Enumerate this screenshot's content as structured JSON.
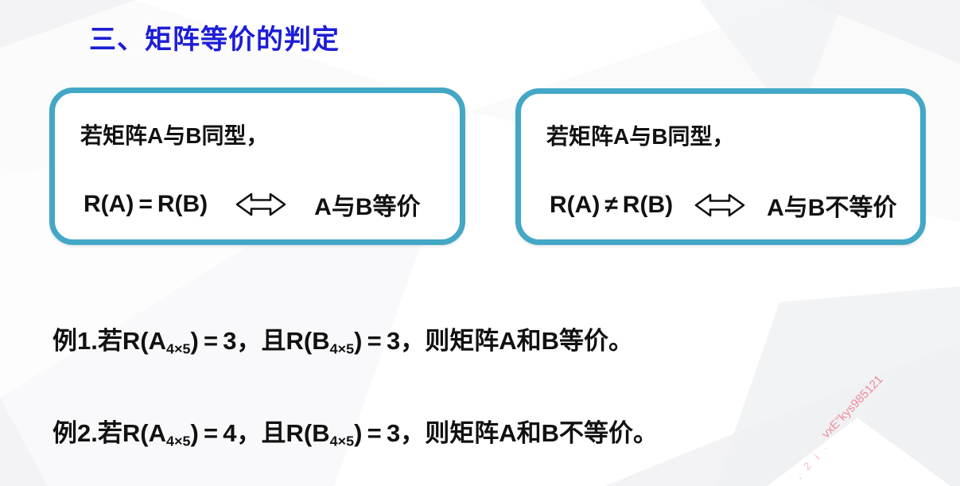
{
  "slide": {
    "title": "三、矩阵等价的判定",
    "boxes": [
      {
        "condition": "若矩阵A与B同型，",
        "formula": "R(A) = R(B)",
        "arrow_icon": "double-left-right-arrow",
        "conclusion": "A与B等价"
      },
      {
        "condition": "若矩阵A与B同型，",
        "formula": "R(A) ≠ R(B)",
        "arrow_icon": "double-left-right-arrow",
        "conclusion": "A与B不等价"
      }
    ],
    "examples": [
      {
        "p1": "例1.若R(A",
        "sub1": "4×5",
        "p2": ") = 3，且R(B",
        "sub2": "4×5",
        "p3": ") = 3，则矩阵A和B等价。"
      },
      {
        "p1": "例2.若R(A",
        "sub1": "4×5",
        "p2": ") = 4，且R(B",
        "sub2": "4×5",
        "p3": ") = 3，则矩阵A和B不等价。"
      }
    ],
    "watermark": {
      "text": "vxE\"kys985121",
      "fragment": ", 2 i ·"
    },
    "colors": {
      "title_blue": "#1d1dd6",
      "box_border_teal": "#43a7c6",
      "text_black": "#111111",
      "watermark_pink": "#ee8093",
      "bg_gray": "#f2f2f4"
    }
  }
}
